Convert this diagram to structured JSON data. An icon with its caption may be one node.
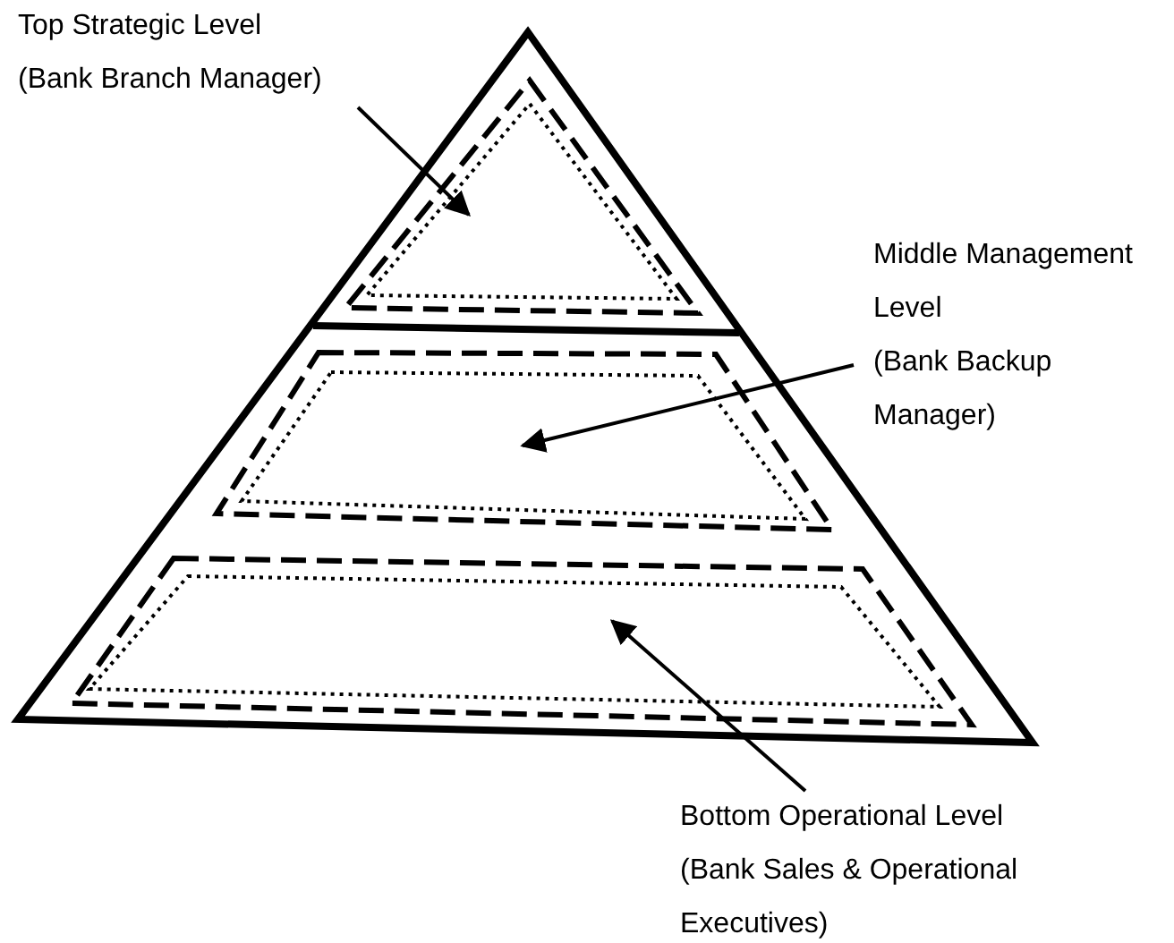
{
  "diagram": {
    "nodes": [
      {
        "text": [
          "Top Strategic Level",
          "(Bank Branch Manager)"
        ]
      },
      {
        "text": [],
        "shape": "triangle"
      },
      {
        "text": [
          "Middle Management Level",
          "(Bank Backup Manager)"
        ]
      },
      {
        "text": [],
        "shape": "trapezoid"
      },
      {
        "text": [
          "Bottom Operational Level",
          "(Bank Sales & Operational Executives)"
        ]
      },
      {
        "text": [],
        "shape": "trapezoid"
      }
    ],
    "edges": [
      {
        "from": 0,
        "to": 1,
        "arrow": "to"
      },
      {
        "from": 2,
        "to": 3,
        "arrow": "to"
      },
      {
        "from": 4,
        "to": 5,
        "arrow": "to"
      }
    ]
  }
}
